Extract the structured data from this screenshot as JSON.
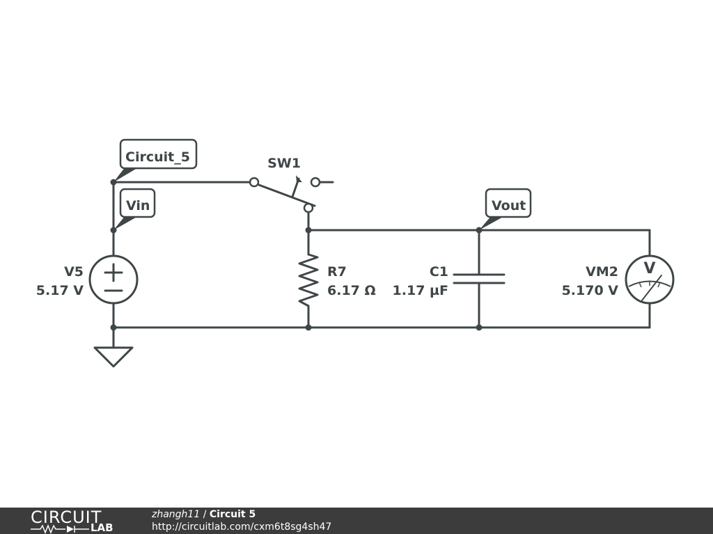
{
  "schematic": {
    "net_labels": {
      "circuit_5": "Circuit_5",
      "vin": "Vin",
      "vout": "Vout"
    },
    "components": {
      "v5": {
        "name": "V5",
        "value": "5.17 V"
      },
      "sw1": {
        "name": "SW1"
      },
      "r7": {
        "name": "R7",
        "value": "6.17 Ω"
      },
      "c1": {
        "name": "C1",
        "value": "1.17 µF"
      },
      "vm2": {
        "name": "VM2",
        "value": "5.170 V",
        "symbol": "V"
      }
    },
    "colors": {
      "ink": "#3f4648",
      "background": "#ffffff"
    }
  },
  "footer": {
    "logo_top": "CIRCUIT",
    "logo_bottom": "LAB",
    "author": "zhangh11",
    "separator": " / ",
    "title": "Circuit 5",
    "url": "http://circuitlab.com/cxm6t8sg4sh47",
    "background": "#3c3c3c"
  }
}
